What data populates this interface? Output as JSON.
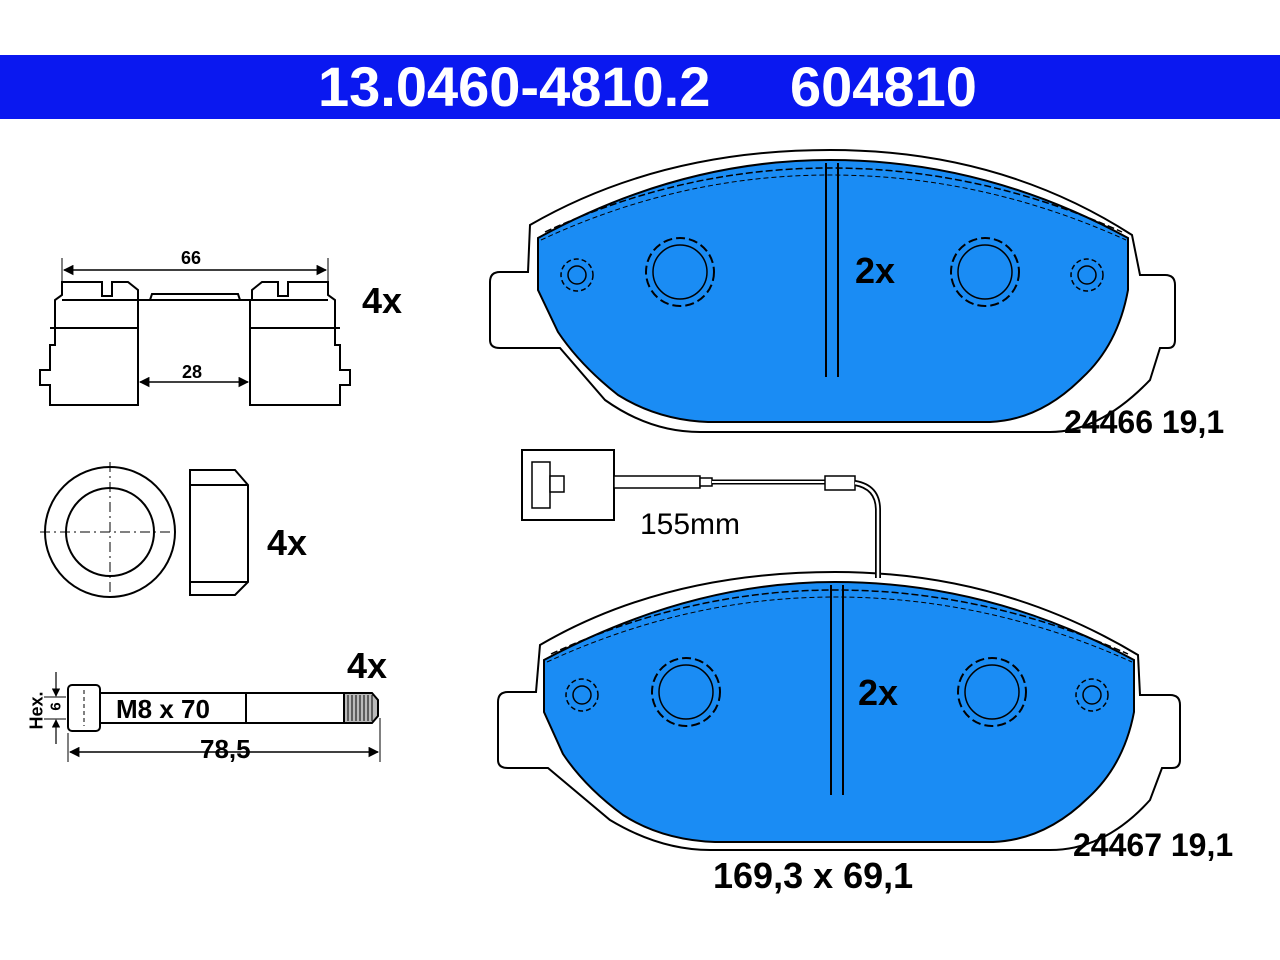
{
  "header": {
    "part_number": "13.0460-4810.2",
    "ref_number": "604810",
    "background_color": "#0a18f0",
    "text_color": "#ffffff"
  },
  "pad_color": "#1a8cf4",
  "clip": {
    "quantity": "4x",
    "width_label": "66",
    "inner_label": "28"
  },
  "bushing": {
    "quantity": "4x"
  },
  "bolt": {
    "quantity": "4x",
    "thread_label": "M8 x 70",
    "length_label": "78,5",
    "hex_label": "Hex.",
    "hex_size": "6"
  },
  "sensor": {
    "length_label": "155mm"
  },
  "pad_top": {
    "quantity": "2x",
    "code": "24466 19,1"
  },
  "pad_bottom": {
    "quantity": "2x",
    "code": "24467 19,1",
    "dimensions": "169,3 x 69,1"
  }
}
